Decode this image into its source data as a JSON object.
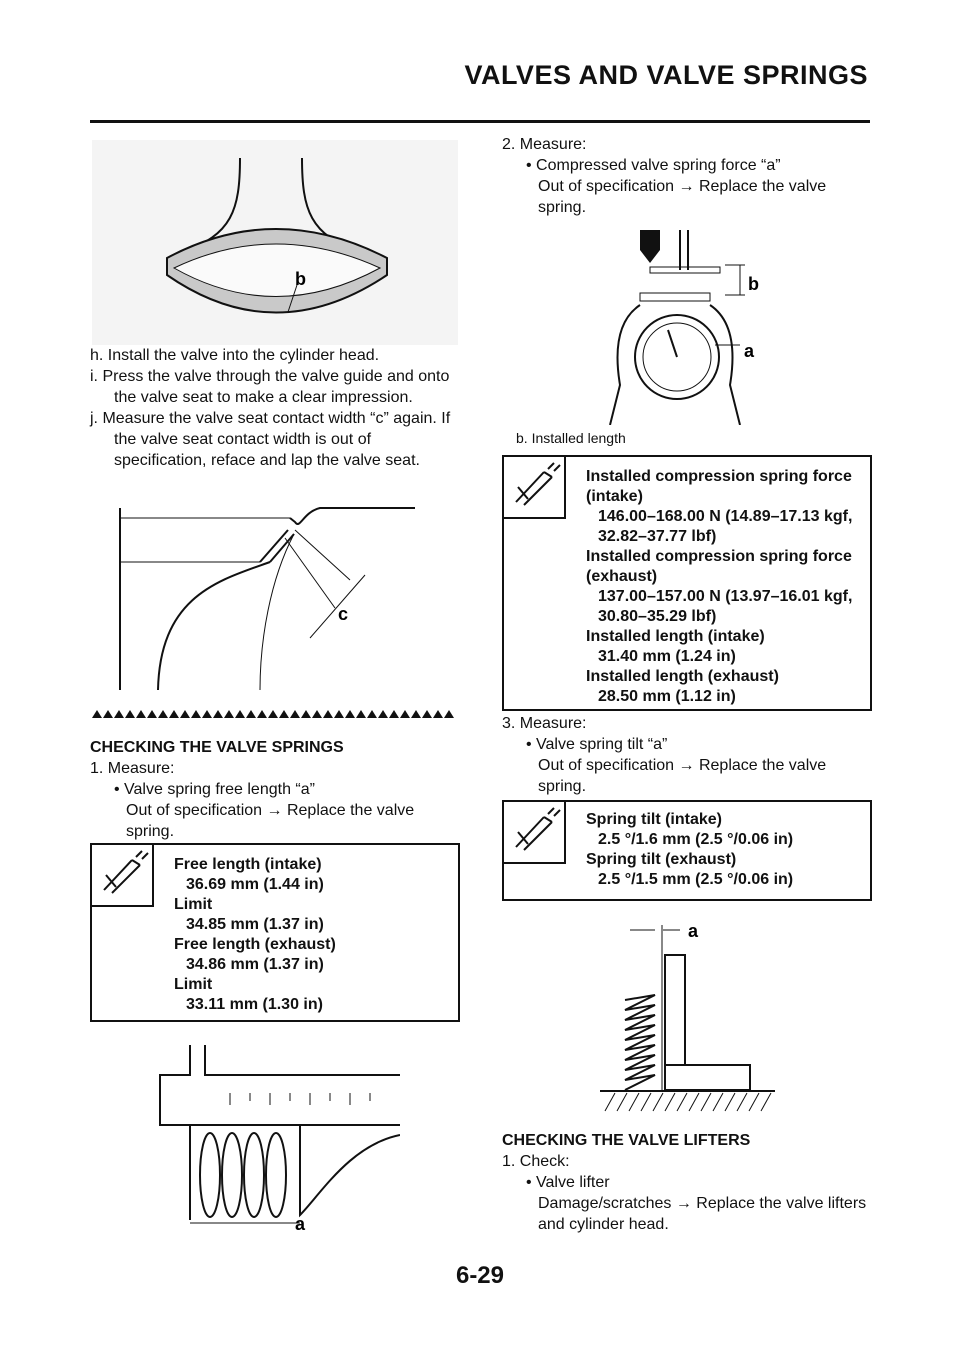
{
  "header": {
    "title": "VALVES AND VALVE SPRINGS"
  },
  "left": {
    "fig1_label": "b",
    "steps": [
      "h. Install the valve into the cylinder head.",
      "i. Press the valve through the valve guide and onto the valve seat to make a clear impression.",
      "j. Measure the valve seat contact width “c” again. If the valve seat contact width is out of specification, reface and lap the valve seat."
    ],
    "fig2_label": "c",
    "section_title": "CHECKING THE VALVE SPRINGS",
    "measure_step": "1. Measure:",
    "bullet": "• Valve spring free length “a”",
    "bullet_sub": "Out of specification → Replace the valve spring.",
    "spec": {
      "l1": "Free length (intake)",
      "v1": "36.69 mm (1.44 in)",
      "l2": "Limit",
      "v2": "34.85 mm (1.37 in)",
      "l3": "Free length (exhaust)",
      "v3": "34.86 mm (1.37 in)",
      "l4": "Limit",
      "v4": "33.11 mm (1.30 in)"
    },
    "fig3_label": "a"
  },
  "right": {
    "measure_step": "2. Measure:",
    "bullet": "• Compressed valve spring force “a”",
    "bullet_sub": "Out of specification → Replace the valve spring.",
    "fig_label_b": "b",
    "fig_label_a": "a",
    "caption": "b. Installed length",
    "spec1": {
      "l1": "Installed compression spring force (intake)",
      "v1": "146.00–168.00 N (14.89–17.13 kgf, 32.82–37.77 lbf)",
      "l2": "Installed compression spring force (exhaust)",
      "v2": "137.00–157.00 N (13.97–16.01 kgf, 30.80–35.29 lbf)",
      "l3": "Installed length (intake)",
      "v3": "31.40 mm (1.24 in)",
      "l4": "Installed length (exhaust)",
      "v4": "28.50 mm (1.12 in)"
    },
    "measure_step3": "3. Measure:",
    "bullet3": "• Valve spring tilt “a”",
    "bullet3_sub": "Out of specification → Replace the valve spring.",
    "spec2": {
      "l1": "Spring tilt (intake)",
      "v1": "2.5 °/1.6 mm (2.5 °/0.06 in)",
      "l2": "Spring tilt (exhaust)",
      "v2": "2.5 °/1.5 mm (2.5 °/0.06 in)"
    },
    "fig_tilt_label": "a",
    "section_title": "CHECKING THE VALVE LIFTERS",
    "check_step": "1. Check:",
    "bullet4": "• Valve lifter",
    "bullet4_sub": "Damage/scratches → Replace the valve lifters and cylinder head."
  },
  "footer": {
    "page": "6-29"
  }
}
